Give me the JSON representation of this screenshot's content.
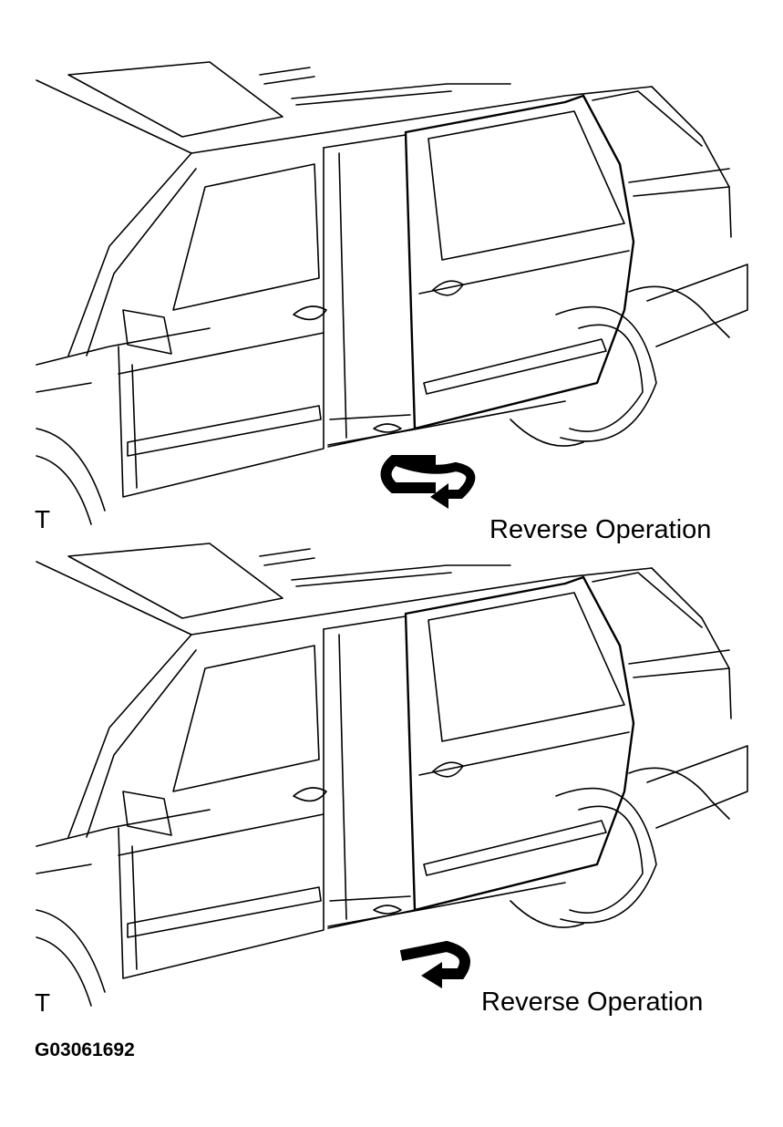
{
  "panels": [
    {
      "marker": "T",
      "caption": "Reverse Operation",
      "arrow": "double-curl-arrow"
    },
    {
      "marker": "T",
      "caption": "Reverse Operation",
      "arrow": "single-curl-arrow"
    }
  ],
  "figure_code": "G03061692",
  "colors": {
    "line": "#000000",
    "background": "#ffffff"
  }
}
